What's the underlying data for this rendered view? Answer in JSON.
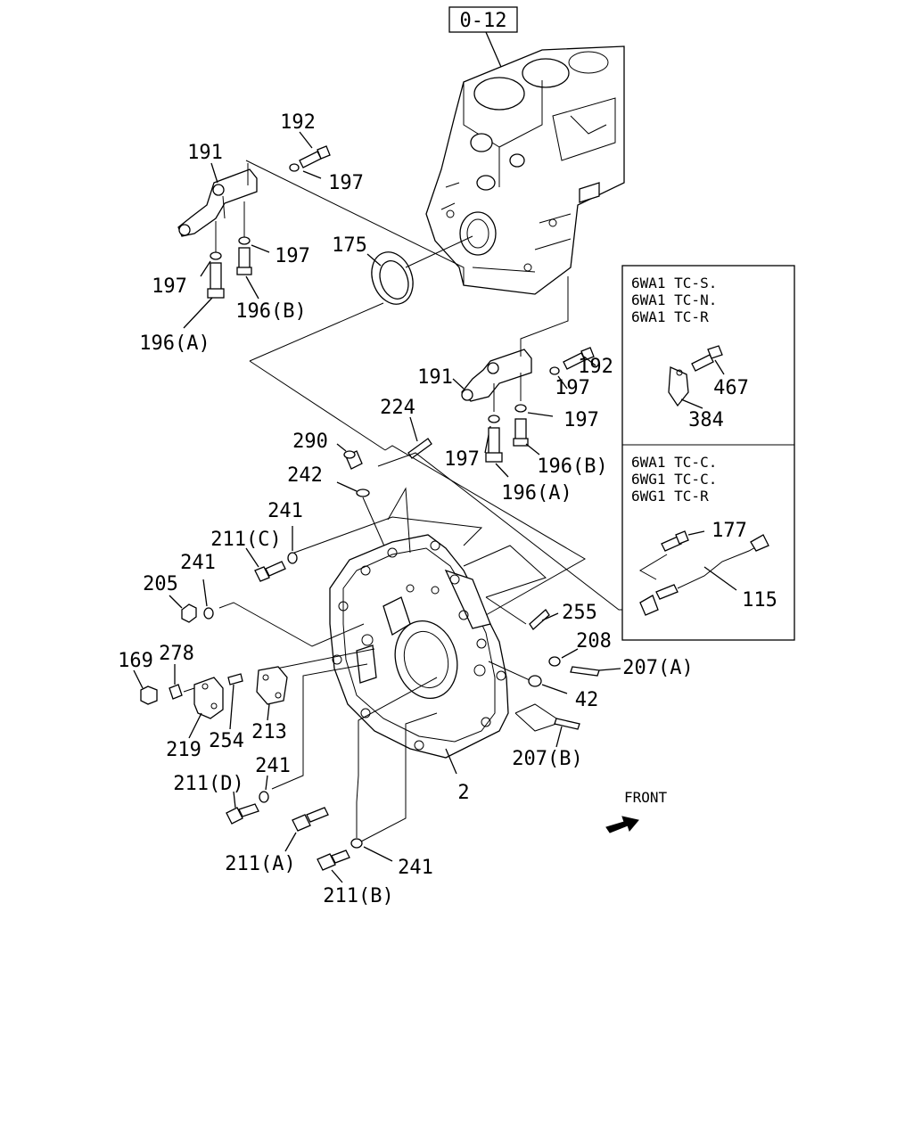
{
  "reference_box": "0-12",
  "front_label": "FRONT",
  "labels": {
    "l192_top": "192",
    "l191_top": "191",
    "l197_a": "197",
    "l197_b": "197",
    "l197_c": "197",
    "l175": "175",
    "l196b_top": "196(B)",
    "l196a_top": "196(A)",
    "l191_mid": "191",
    "l192_mid": "192",
    "l197_d": "197",
    "l197_e": "197",
    "l197_f": "197",
    "l196b_mid": "196(B)",
    "l196a_mid": "196(A)",
    "l224": "224",
    "l290": "290",
    "l242": "242",
    "l241_a": "241",
    "l211c": "211(C)",
    "l241_b": "241",
    "l205": "205",
    "l255": "255",
    "l208": "208",
    "l207a": "207(A)",
    "l42": "42",
    "l169": "169",
    "l278": "278",
    "l219": "219",
    "l254": "254",
    "l213": "213",
    "l207b": "207(B)",
    "l241_c": "241",
    "l211d": "211(D)",
    "l2": "2",
    "l211a": "211(A)",
    "l241_d": "241",
    "l211b": "211(B)"
  },
  "variant_boxes": [
    {
      "models": [
        "6WA1  TC-S.",
        "6WA1  TC-N.",
        "6WA1  TC-R"
      ],
      "part_labels": [
        "467",
        "384"
      ]
    },
    {
      "models": [
        "6WA1  TC-C.",
        "6WG1  TC-C.",
        "6WG1  TC-R"
      ],
      "part_labels": [
        "177",
        "115"
      ]
    }
  ]
}
